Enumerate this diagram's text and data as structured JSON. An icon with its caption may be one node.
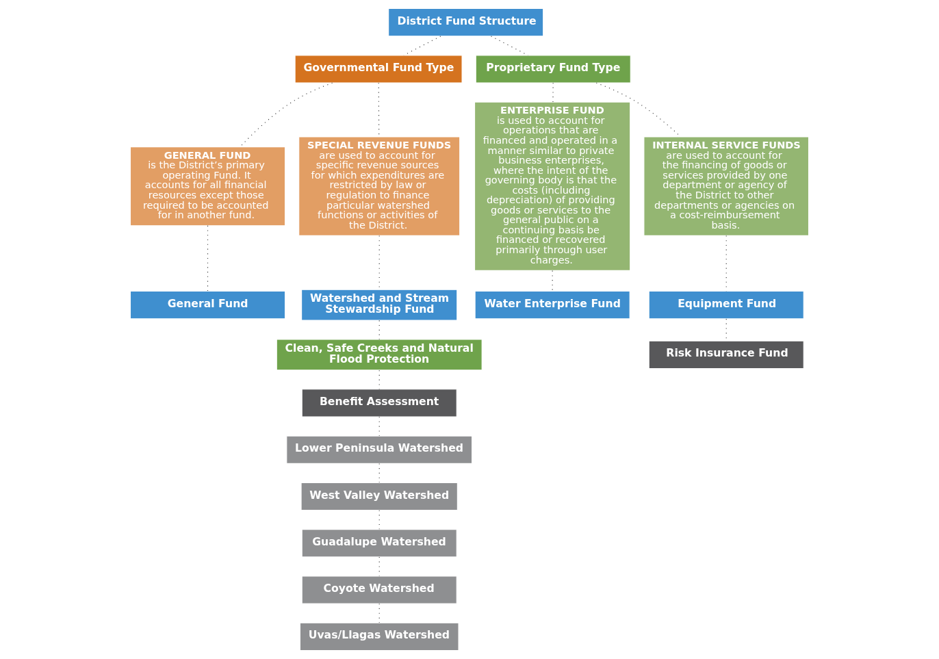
{
  "diagram": {
    "nodes": [
      {
        "text": [
          "District Fund Structure"
        ]
      },
      {
        "text": [
          "Governmental Fund Type"
        ]
      },
      {
        "text": [
          "Proprietary Fund Type"
        ]
      },
      {
        "text": [
          "GENERAL FUND",
          "is the District’s primary operating Fund. It accounts for all financial resources except those required to be accounted for in another fund."
        ]
      },
      {
        "text": [
          "SPECIAL REVENUE FUNDS",
          "are used to account for specific revenue sources for which expenditures are restricted by law or regulation to finance particular watershed functions or activities of the District."
        ]
      },
      {
        "text": [
          "ENTERPRISE FUND",
          "is used to account for operations that are financed and operated in a manner similar to private business enterprises, where the intent of the governing body is that the costs (including depreciation) of providing goods or services to the general public on a continuing basis be financed or recovered primarily through user charges."
        ]
      },
      {
        "text": [
          "INTERNAL SERVICE FUNDS",
          "are used to account for the financing of goods or services provided by one department or agency of the District to other departments or agencies on a cost-reimbursement basis."
        ]
      },
      {
        "text": [
          "General Fund"
        ]
      },
      {
        "text": [
          "Watershed and Stream Stewardship Fund"
        ]
      },
      {
        "text": [
          "Clean, Safe Creeks and Natural Flood Protection"
        ]
      },
      {
        "text": [
          "Benefit Assessment"
        ]
      },
      {
        "text": [
          "Lower Peninsula Watershed"
        ]
      },
      {
        "text": [
          "West Valley Watershed"
        ]
      },
      {
        "text": [
          "Guadalupe Watershed"
        ]
      },
      {
        "text": [
          "Coyote Watershed"
        ]
      },
      {
        "text": [
          "Uvas/Llagas Watershed"
        ]
      },
      {
        "text": [
          "Water Enterprise Fund"
        ]
      },
      {
        "text": [
          "Equipment Fund"
        ]
      },
      {
        "text": [
          "Risk Insurance Fund"
        ]
      }
    ],
    "edges": [
      {
        "from": 0,
        "to": 1,
        "arrow": "none"
      },
      {
        "from": 0,
        "to": 2,
        "arrow": "none"
      },
      {
        "from": 1,
        "to": 3,
        "arrow": "none"
      },
      {
        "from": 1,
        "to": 4,
        "arrow": "none"
      },
      {
        "from": 2,
        "to": 5,
        "arrow": "none"
      },
      {
        "from": 2,
        "to": 6,
        "arrow": "none"
      },
      {
        "from": 3,
        "to": 7,
        "arrow": "none"
      },
      {
        "from": 4,
        "to": 8,
        "arrow": "none"
      },
      {
        "from": 8,
        "to": 9,
        "arrow": "none"
      },
      {
        "from": 9,
        "to": 10,
        "arrow": "none"
      },
      {
        "from": 10,
        "to": 11,
        "arrow": "none"
      },
      {
        "from": 11,
        "to": 12,
        "arrow": "none"
      },
      {
        "from": 12,
        "to": 13,
        "arrow": "none"
      },
      {
        "from": 13,
        "to": 14,
        "arrow": "none"
      },
      {
        "from": 14,
        "to": 15,
        "arrow": "none"
      },
      {
        "from": 5,
        "to": 16,
        "arrow": "none"
      },
      {
        "from": 6,
        "to": 17,
        "arrow": "none"
      },
      {
        "from": 17,
        "to": 18,
        "arrow": "none"
      }
    ]
  }
}
